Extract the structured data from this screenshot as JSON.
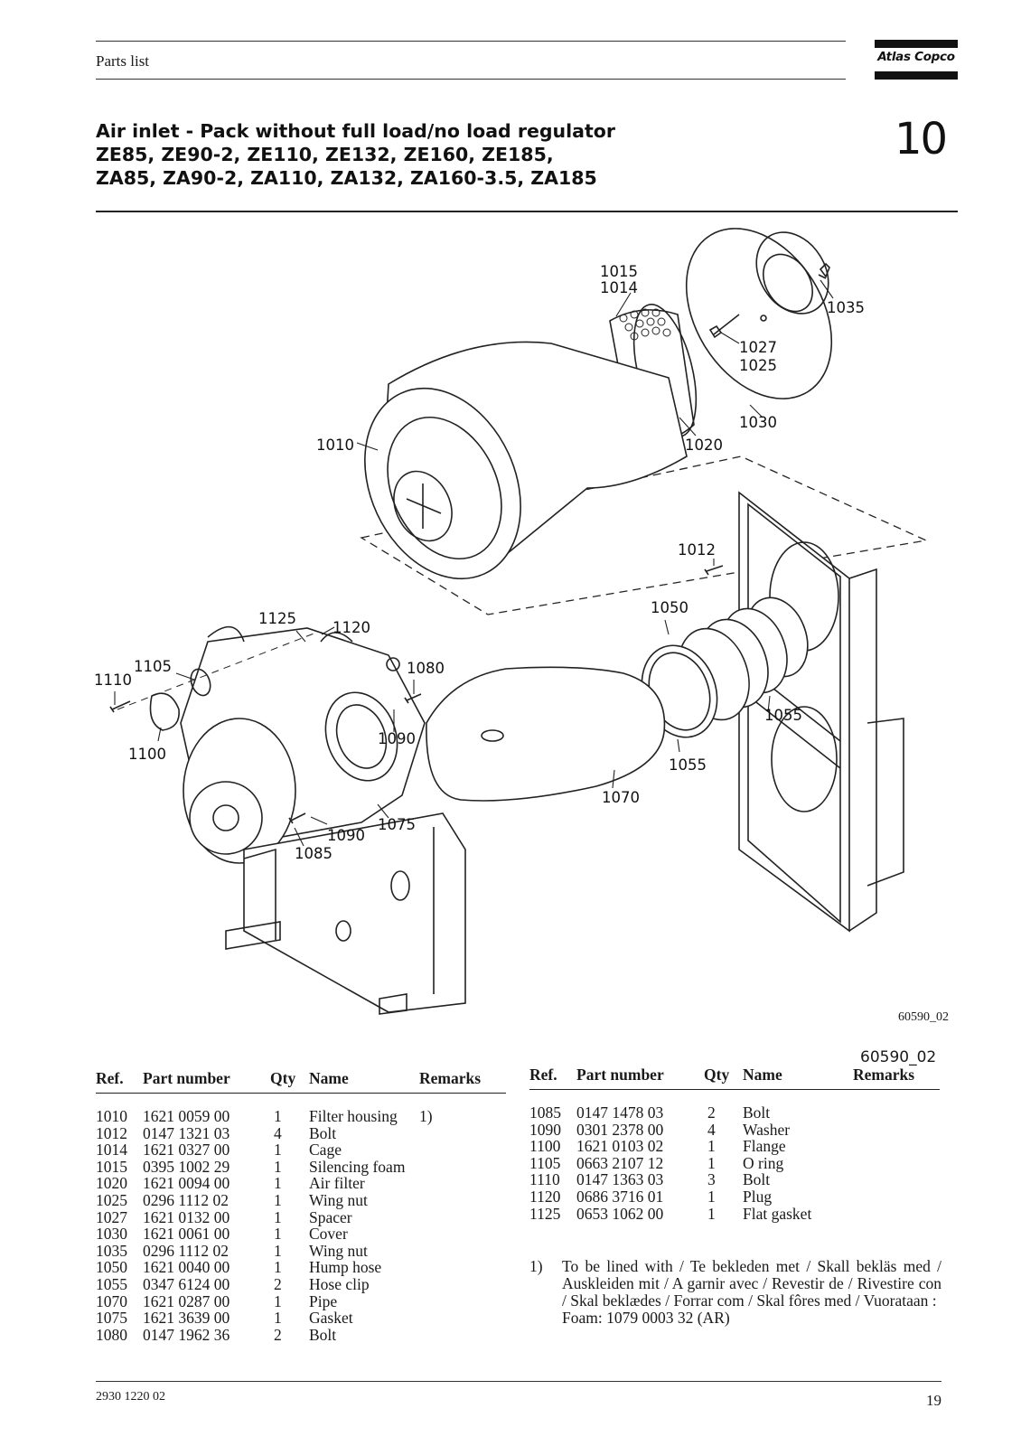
{
  "header": {
    "doc_type": "Parts list",
    "brand": "Atlas Copco",
    "section_number": "10"
  },
  "title": {
    "line1": "Air inlet - Pack without full load/no load regulator",
    "line2": "ZE85, ZE90-2, ZE110, ZE132, ZE160, ZE185,",
    "line3": "ZA85, ZA90-2, ZA110, ZA132, ZA160-3.5, ZA185"
  },
  "drawing": {
    "figure_id": "60590_02",
    "callouts": [
      "1015",
      "1014",
      "1035",
      "1027",
      "1025",
      "1030",
      "1010",
      "1020",
      "1012",
      "1125",
      "1120",
      "1050",
      "1105",
      "1110",
      "1080",
      "1100",
      "1090",
      "1055",
      "1055",
      "1070",
      "1075",
      "1090",
      "1085"
    ]
  },
  "figure_caption": "60590_02",
  "columns": {
    "ref": "Ref.",
    "part_number": "Part number",
    "qty": "Qty",
    "name": "Name",
    "remarks": "Remarks"
  },
  "parts_left": [
    {
      "ref": "1010",
      "part_number": "1621 0059 00",
      "qty": "1",
      "name": "Filter housing",
      "remarks": "1)"
    },
    {
      "ref": "1012",
      "part_number": "0147 1321 03",
      "qty": "4",
      "name": "Bolt",
      "remarks": ""
    },
    {
      "ref": "1014",
      "part_number": "1621 0327 00",
      "qty": "1",
      "name": "Cage",
      "remarks": ""
    },
    {
      "ref": "1015",
      "part_number": "0395 1002 29",
      "qty": "1",
      "name": "Silencing foam",
      "remarks": ""
    },
    {
      "ref": "1020",
      "part_number": "1621 0094 00",
      "qty": "1",
      "name": "Air filter",
      "remarks": ""
    },
    {
      "ref": "1025",
      "part_number": "0296 1112 02",
      "qty": "1",
      "name": "Wing nut",
      "remarks": ""
    },
    {
      "ref": "1027",
      "part_number": "1621 0132 00",
      "qty": "1",
      "name": "Spacer",
      "remarks": ""
    },
    {
      "ref": "1030",
      "part_number": "1621 0061 00",
      "qty": "1",
      "name": "Cover",
      "remarks": ""
    },
    {
      "ref": "1035",
      "part_number": "0296 1112 02",
      "qty": "1",
      "name": "Wing nut",
      "remarks": ""
    },
    {
      "ref": "1050",
      "part_number": "1621 0040 00",
      "qty": "1",
      "name": "Hump hose",
      "remarks": ""
    },
    {
      "ref": "1055",
      "part_number": "0347 6124 00",
      "qty": "2",
      "name": "Hose clip",
      "remarks": ""
    },
    {
      "ref": "1070",
      "part_number": "1621 0287 00",
      "qty": "1",
      "name": "Pipe",
      "remarks": ""
    },
    {
      "ref": "1075",
      "part_number": "1621 3639 00",
      "qty": "1",
      "name": "Gasket",
      "remarks": ""
    },
    {
      "ref": "1080",
      "part_number": "0147 1962 36",
      "qty": "2",
      "name": "Bolt",
      "remarks": ""
    }
  ],
  "parts_right": [
    {
      "ref": "1085",
      "part_number": "0147 1478 03",
      "qty": "2",
      "name": "Bolt",
      "remarks": ""
    },
    {
      "ref": "1090",
      "part_number": "0301 2378 00",
      "qty": "4",
      "name": "Washer",
      "remarks": ""
    },
    {
      "ref": "1100",
      "part_number": "1621 0103 02",
      "qty": "1",
      "name": "Flange",
      "remarks": ""
    },
    {
      "ref": "1105",
      "part_number": "0663 2107 12",
      "qty": "1",
      "name": "O ring",
      "remarks": ""
    },
    {
      "ref": "1110",
      "part_number": "0147 1363 03",
      "qty": "3",
      "name": "Bolt",
      "remarks": ""
    },
    {
      "ref": "1120",
      "part_number": "0686 3716 01",
      "qty": "1",
      "name": "Plug",
      "remarks": ""
    },
    {
      "ref": "1125",
      "part_number": "0653 1062 00",
      "qty": "1",
      "name": "Flat gasket",
      "remarks": ""
    }
  ],
  "footnote": {
    "mark": "1)",
    "text": "To be lined with / Te bekleden met / Skall bekläs med / Auskleiden mit / A garnir avec / Revestir de / Rivestire con / Skal beklædes / Forrar com / Skal fôres med / Vuorataan :",
    "foam": "Foam: 1079 0003 32 (AR)"
  },
  "footer": {
    "doc_number": "2930 1220 02",
    "page_number": "19"
  }
}
